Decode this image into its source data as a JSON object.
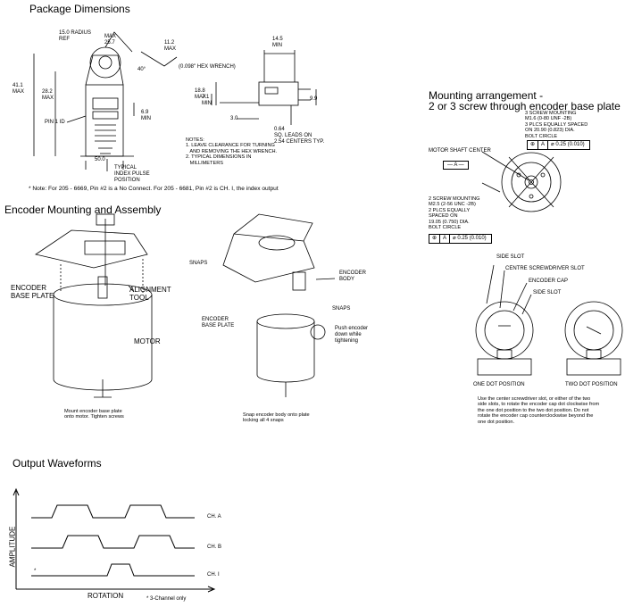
{
  "titles": {
    "package": "Package Dimensions",
    "mounting_assembly": "Encoder Mounting and Assembly",
    "mounting_arrangement_1": "Mounting arrangement -",
    "mounting_arrangement_2": "2 or 3 screw through encoder base plate",
    "waveforms": "Output Waveforms"
  },
  "package_dims": {
    "radius": "15.0 RADIUS\nREF",
    "max_25_7": "MAX\n25.7",
    "max_11_2": "11.2\nMAX",
    "angle": "40°",
    "hex": "(0.098\" HEX WRENCH)",
    "h41_1": "41.1\nMAX",
    "h28_2": "28.2\nMAX",
    "min_6_9": "6.9\nMIN",
    "pin1": "PIN 1 ID",
    "width_50": "50.0",
    "typical_index": "TYPICAL\nINDEX PULSE\nPOSITION",
    "min_14_5": "14.5\nMIN",
    "max_18_8": "18.8\nMAX",
    "min_7_1": "7.1\nMIN",
    "d9_9": "9.9",
    "d3_0": "3.0",
    "leads": "0.64\nSQ. LEADS ON\n2.54 CENTERS TYP.",
    "notes": "NOTES:\n1. LEAVE CLEARANCE FOR TURNING\n   AND REMOVING THE HEX WRENCH.\n2. TYPICAL DIMENSIONS IN\n   MILLIMETERS",
    "footnote": "* Note: For 205 - 6669, Pin #2 is a No Connect. For 205 - 6681, Pin #2 is CH. I, the index output"
  },
  "assembly": {
    "base_plate": "ENCODER\nBASE PLATE",
    "alignment_tool": "ALIGNMENT\nTOOL",
    "motor": "MOTOR",
    "caption_left": "Mount encoder base plate\nonto motor. Tighten screws",
    "snaps_left": "SNAPS",
    "encoder_body": "ENCODER\nBODY",
    "snaps_right": "SNAPS",
    "base_plate_2": "ENCODER\nBASE PLATE",
    "push_encoder": "Push encoder\ndown while\ntightening",
    "caption_right": "Snap encoder body onto plate\nlocking all 4 snaps"
  },
  "arrangement": {
    "three_screw": "3 SCREW MOUNTING\nM1.6 (0-80 UNF -2B)\n3 PLCS EQUALLY SPACED\nON 20.90 (0.823) DIA.\nBOLT CIRCLE",
    "tol_symbol": "⊕",
    "tol_ref": "A",
    "tol_value_top": "⌀ 0.25 (0.010)",
    "motor_shaft": "MOTOR SHAFT CENTER",
    "datum": "— A —",
    "two_screw": "2 SCREW MOUNTING\nM2.5 (2-56 UNC -2B)\n2 PLCS EQUALLY\nSPACED ON\n19.05 (0.750) DIA.\nBOLT CIRCLE",
    "tol_value_bottom": "⌀ 0.25 (0.010)",
    "side_slot_1": "SIDE SLOT",
    "centre_slot": "CENTRE SCREWDRIVER SLOT",
    "encoder_cap": "ENCODER CAP",
    "side_slot_2": "SIDE SLOT",
    "one_dot": "ONE DOT POSITION",
    "two_dot": "TWO DOT POSITION",
    "instructions": "Use the center screwdriver slot, or either of the two\nside slots, to rotate the encoder cap dot clockwise from\nthe one dot position to the two dot position. Do not\nrotate the encoder cap counterclockwise beyond the\none dot position."
  },
  "waveforms": {
    "y_label": "AMPLITUDE",
    "x_label": "ROTATION",
    "ch_a": "CH. A",
    "ch_b": "CH. B",
    "ch_i": "CH. I",
    "star": "*",
    "footnote": "* 3-Channel only"
  }
}
